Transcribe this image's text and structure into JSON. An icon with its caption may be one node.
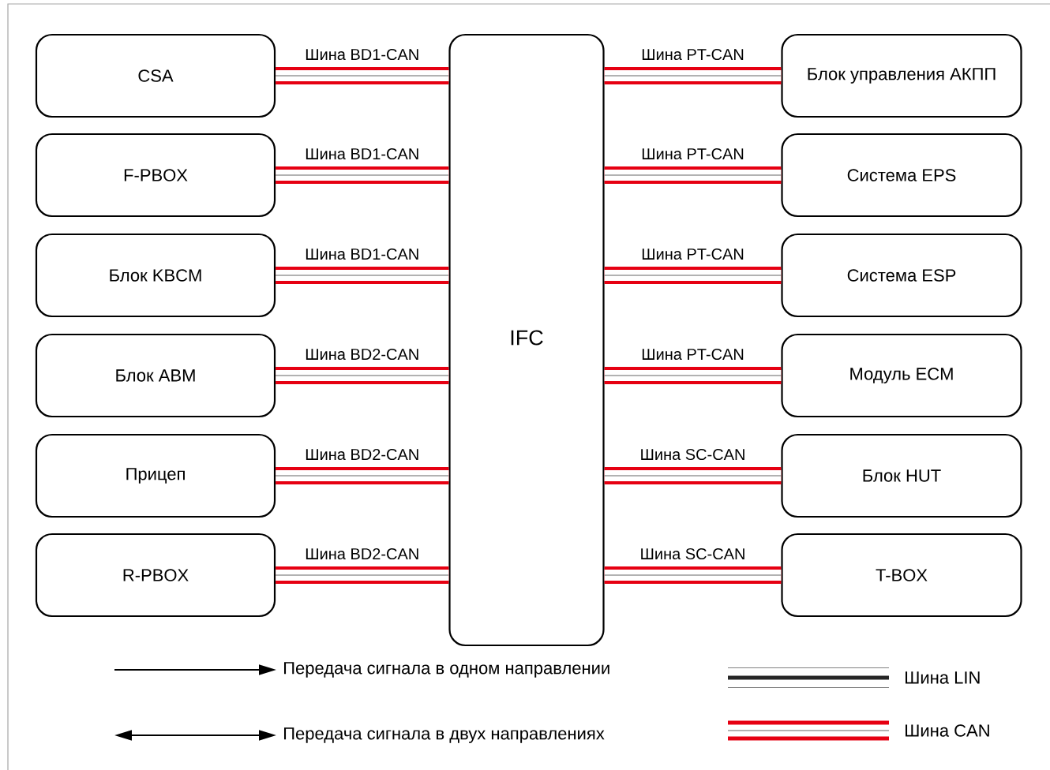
{
  "diagram": {
    "nodes": [
      {
        "text": [
          "CSA"
        ]
      },
      {
        "text": [
          "F-PBOX"
        ]
      },
      {
        "text": [
          "Блок KBCM"
        ]
      },
      {
        "text": [
          "Блок ABM"
        ]
      },
      {
        "text": [
          "Прицеп"
        ]
      },
      {
        "text": [
          "R-PBOX"
        ]
      },
      {
        "text": [
          "IFC"
        ]
      },
      {
        "text": [
          "Блок управления АКПП"
        ]
      },
      {
        "text": [
          "Система EPS"
        ]
      },
      {
        "text": [
          "Система ESP"
        ]
      },
      {
        "text": [
          "Модуль ECM"
        ]
      },
      {
        "text": [
          "Блок HUT"
        ]
      },
      {
        "text": [
          "T-BOX"
        ]
      }
    ],
    "edges": [
      {
        "from": 0,
        "to": 6,
        "arrow": "none",
        "label": "Шина BD1-CAN"
      },
      {
        "from": 1,
        "to": 6,
        "arrow": "none",
        "label": "Шина BD1-CAN"
      },
      {
        "from": 2,
        "to": 6,
        "arrow": "none",
        "label": "Шина BD1-CAN"
      },
      {
        "from": 3,
        "to": 6,
        "arrow": "none",
        "label": "Шина BD2-CAN"
      },
      {
        "from": 4,
        "to": 6,
        "arrow": "none",
        "label": "Шина BD2-CAN"
      },
      {
        "from": 5,
        "to": 6,
        "arrow": "none",
        "label": "Шина BD2-CAN"
      },
      {
        "from": 6,
        "to": 7,
        "arrow": "none",
        "label": "Шина PT-CAN"
      },
      {
        "from": 6,
        "to": 8,
        "arrow": "none",
        "label": "Шина PT-CAN"
      },
      {
        "from": 6,
        "to": 9,
        "arrow": "none",
        "label": "Шина PT-CAN"
      },
      {
        "from": 6,
        "to": 10,
        "arrow": "none",
        "label": "Шина PT-CAN"
      },
      {
        "from": 6,
        "to": 11,
        "arrow": "none",
        "label": "Шина SC-CAN"
      },
      {
        "from": 6,
        "to": 12,
        "arrow": "none",
        "label": "Шина SC-CAN"
      }
    ],
    "legend": [
      {
        "text": "Передача сигнала в одном направлении"
      },
      {
        "text": "Передача сигнала в двух направлениях"
      },
      {
        "text": "Шина LIN"
      },
      {
        "text": "Шина CAN"
      }
    ]
  }
}
